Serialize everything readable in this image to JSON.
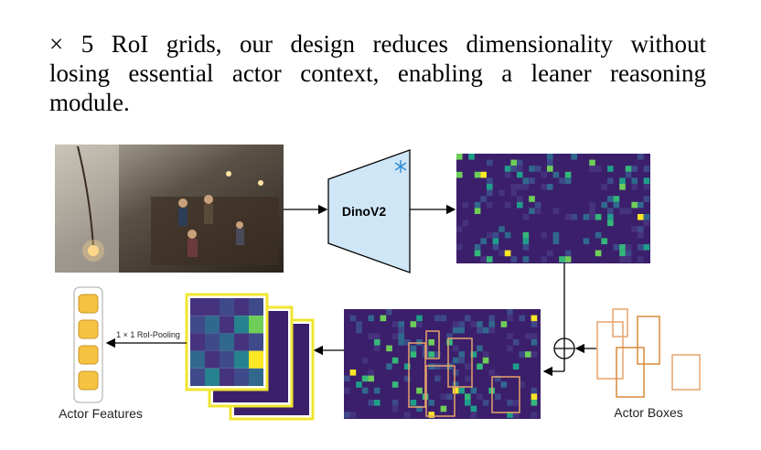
{
  "paragraph": {
    "lines": [
      "× 5 RoI grids, our design reduces dimensionality without",
      "losing essential actor context, enabling a leaner reasoning",
      "module."
    ]
  },
  "figure": {
    "backbone_label": "DinoV2",
    "frozen_icon": "snowflake-icon",
    "pooling_label": "1 × 1 RoI-Pooling",
    "actor_features_label": "Actor Features",
    "actor_boxes_label": "Actor Boxes",
    "combine_symbol": "⊕",
    "colors": {
      "featuremap_bg": "#3b1f6b",
      "backbone_fill": "#cfe6f7",
      "actor_feature": "#f5c242",
      "roi_grid_border": "#f0e630",
      "box_orange": "#d98a3a",
      "box_peach": "#e8a36a"
    }
  }
}
